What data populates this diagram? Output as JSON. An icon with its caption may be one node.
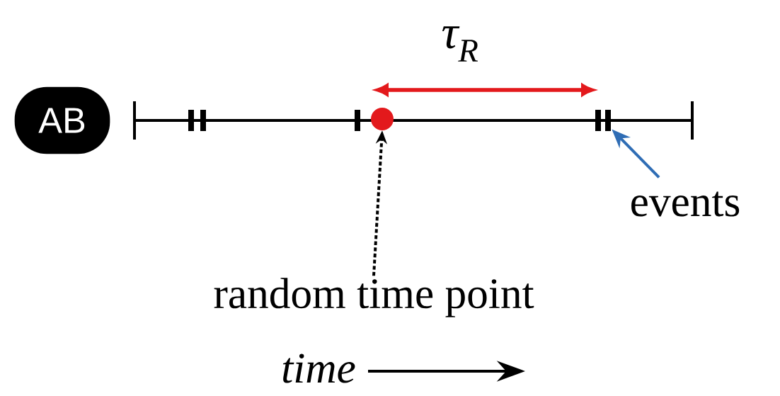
{
  "diagram": {
    "nodes": [
      {
        "text": [
          "AB"
        ]
      },
      {
        "text": [
          "random time point"
        ]
      },
      {
        "text": [],
        "shape": "circle"
      },
      {
        "text": [
          "events"
        ]
      },
      {
        "text": [],
        "shape": "bar"
      }
    ],
    "edges": [
      {
        "from": 1,
        "to": 2,
        "arrow": "to",
        "style": "dashed"
      },
      {
        "from": 3,
        "to": 4,
        "arrow": "to",
        "color": "#2f6db5"
      }
    ],
    "labels": [
      "τ$_{R}$",
      "time"
    ]
  }
}
